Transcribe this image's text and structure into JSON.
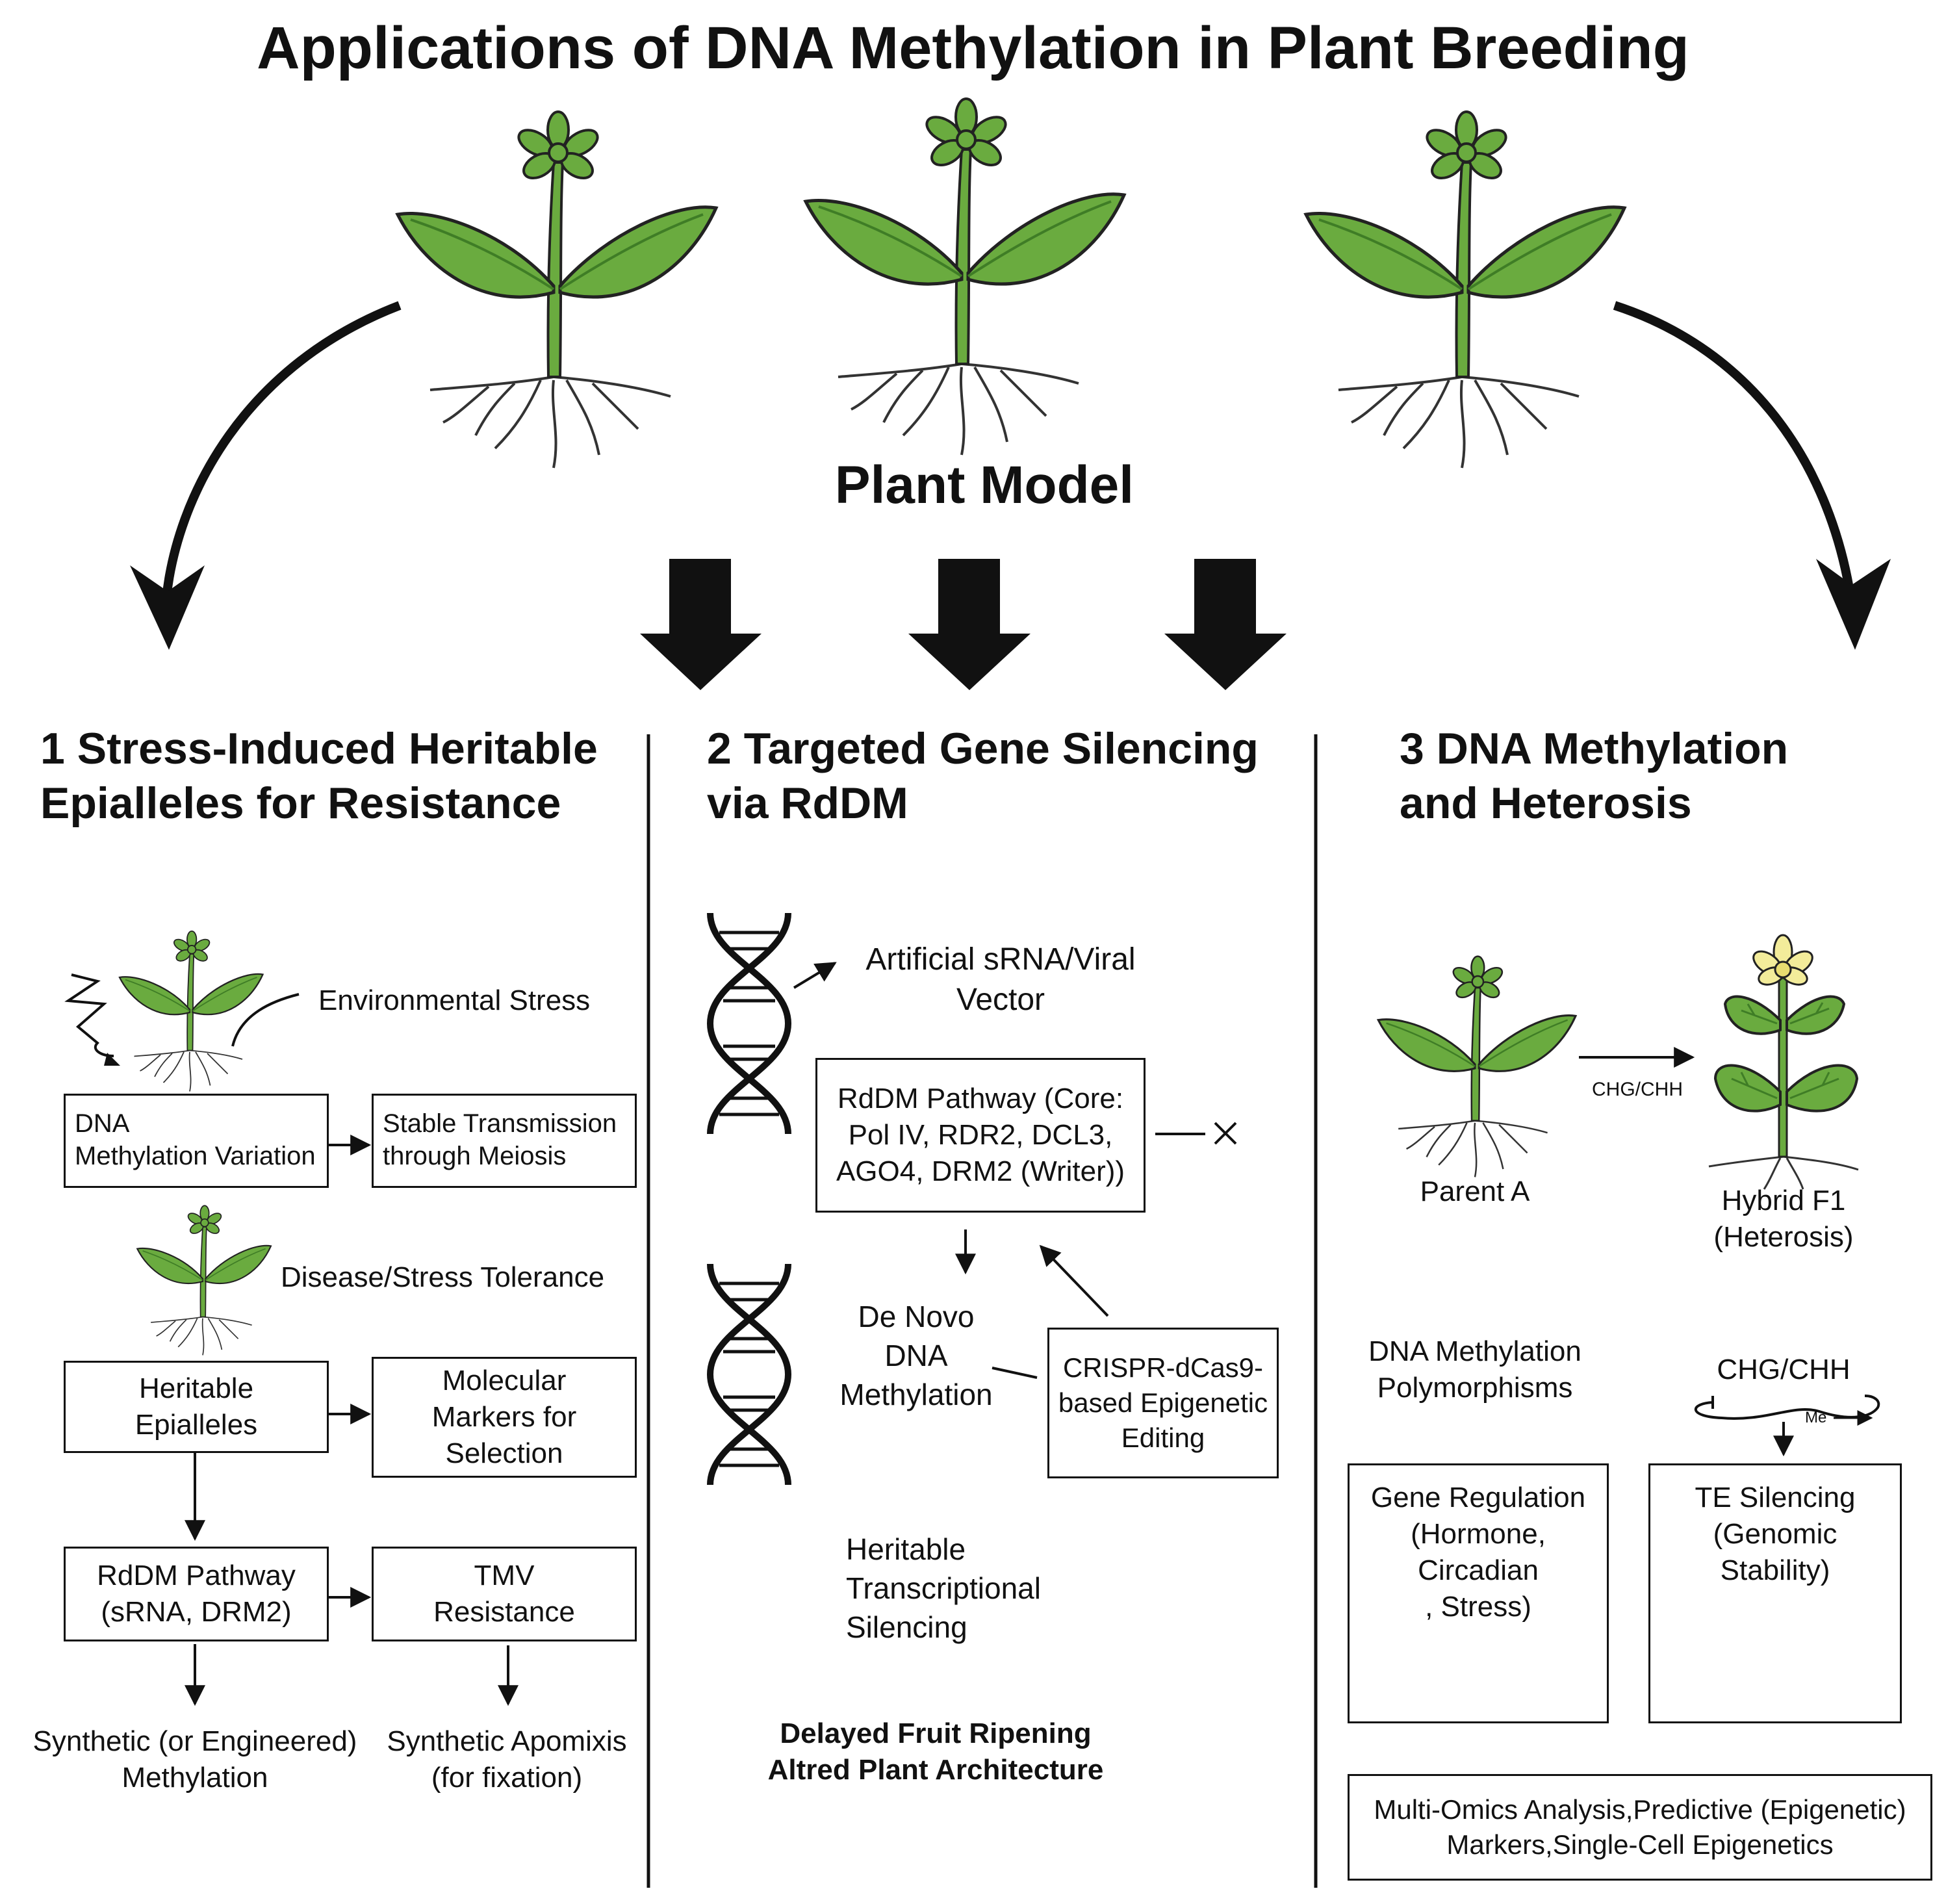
{
  "title": "Applications of DNA Methylation in Plant Breeding",
  "plant_model": "Plant Model",
  "sections": [
    {
      "number": "1",
      "title_line1": "1 Stress-Induced Heritable",
      "title_line2": "Epialleles for Resistance"
    },
    {
      "number": "2",
      "title_line1": "2 Targeted Gene Silencing",
      "title_line2": "via RdDM"
    },
    {
      "number": "3",
      "title_line1": "3 DNA Methylation",
      "title_line2": "and Heterosis"
    }
  ],
  "col1": {
    "environmental_stress": "Environmental Stress",
    "dna_methylation_variation_1": "DNA",
    "dna_methylation_variation_2": "Methylation Variation",
    "stable_transmission_1": "Stable Transmission",
    "stable_transmission_2": "through Meiosis",
    "disease_tolerance": "Disease/Stress Tolerance",
    "heritable_epialleles_1": "Heritable",
    "heritable_epialleles_2": "Epialleles",
    "molecular_markers_1": "Molecular",
    "molecular_markers_2": "Markers for",
    "molecular_markers_3": "Selection",
    "rddm_pathway_1": "RdDM Pathway",
    "rddm_pathway_2": "(sRNA, DRM2)",
    "tmv_1": "TMV",
    "tmv_2": "Resistance",
    "synthetic_methylation_1": "Synthetic (or Engineered)",
    "synthetic_methylation_2": "Methylation",
    "synthetic_apomixis_1": "Synthetic Apomixis",
    "synthetic_apomixis_2": "(for fixation)"
  },
  "col2": {
    "artificial_srna_1": "Artificial sRNA/Viral",
    "artificial_srna_2": "Vector",
    "rddm_core_1": "RdDM Pathway (Core:",
    "rddm_core_2": "Pol IV, RDR2, DCL3,",
    "rddm_core_3": "AGO4, DRM2 (Writer))",
    "de_novo_1": "De Novo",
    "de_novo_2": "DNA",
    "de_novo_3": "Methylation",
    "crispr_1": "CRISPR-dCas9-",
    "crispr_2": "based Epigenetic",
    "crispr_3": "Editing",
    "heritable_silencing_1": "Heritable",
    "heritable_silencing_2": "Transcriptional",
    "heritable_silencing_3": "Silencing",
    "outcome_1": "Delayed Fruit Ripening",
    "outcome_2": "Altred Plant Architecture"
  },
  "col3": {
    "chg_chh_arrow": "CHG/CHH",
    "parent_a": "Parent A",
    "hybrid_1": "Hybrid F1",
    "hybrid_2": "(Heterosis)",
    "polymorphisms_1": "DNA Methylation",
    "polymorphisms_2": "Polymorphisms",
    "chg_chh_label": "CHG/CHH",
    "me_label": "Me",
    "gene_reg_1": "Gene Regulation",
    "gene_reg_2": "(Hormone,",
    "gene_reg_3": "Circadian",
    "gene_reg_4": ", Stress)",
    "te_1": "TE Silencing",
    "te_2": "(Genomic",
    "te_3": "Stability)",
    "multiomics_1": "Multi-Omics Analysis,Predictive (Epigenetic)",
    "multiomics_2": "Markers,Single-Cell Epigenetics"
  },
  "colors": {
    "leaf": "#6aab3f",
    "leaf_dark": "#3f7d26",
    "stem": "#5c9c36",
    "ink": "#111111",
    "flower": "#f3ec9a"
  }
}
